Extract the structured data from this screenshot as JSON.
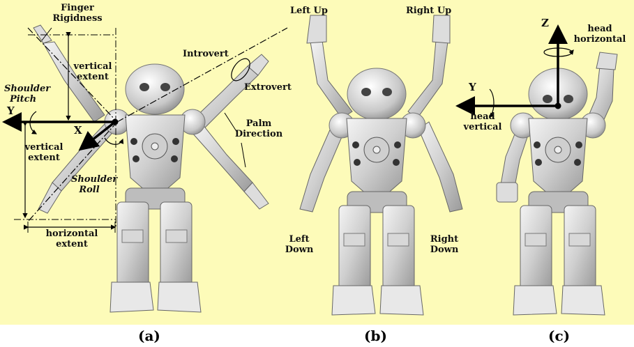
{
  "panel_a": {
    "finger_rigidity": "Finger Rigidness",
    "vertical_extent_top": "vertical extent",
    "vertical_extent_bottom": "vertical extent",
    "horizontal_extent": "horizontal extent",
    "shoulder_pitch": "Shoulder Pitch",
    "shoulder_roll": "Shoulder Roll",
    "axis_y": "Y",
    "axis_x": "X",
    "introvert": "Introvert",
    "extrovert": "Extrovert",
    "palm_direction": "Palm Direction",
    "caption": "(a)"
  },
  "panel_b": {
    "left_up": "Left Up",
    "right_up": "Right Up",
    "left_down": "Left Down",
    "right_down": "Right Down",
    "caption": "(b)"
  },
  "panel_c": {
    "axis_z": "Z",
    "axis_y": "Y",
    "head_horizontal": "head horizontal",
    "head_vertical": "head vertical",
    "caption": "(c)"
  },
  "colors": {
    "background": "#fdfbb9",
    "robot_body": "#d9d9d9",
    "robot_dark": "#555555"
  }
}
